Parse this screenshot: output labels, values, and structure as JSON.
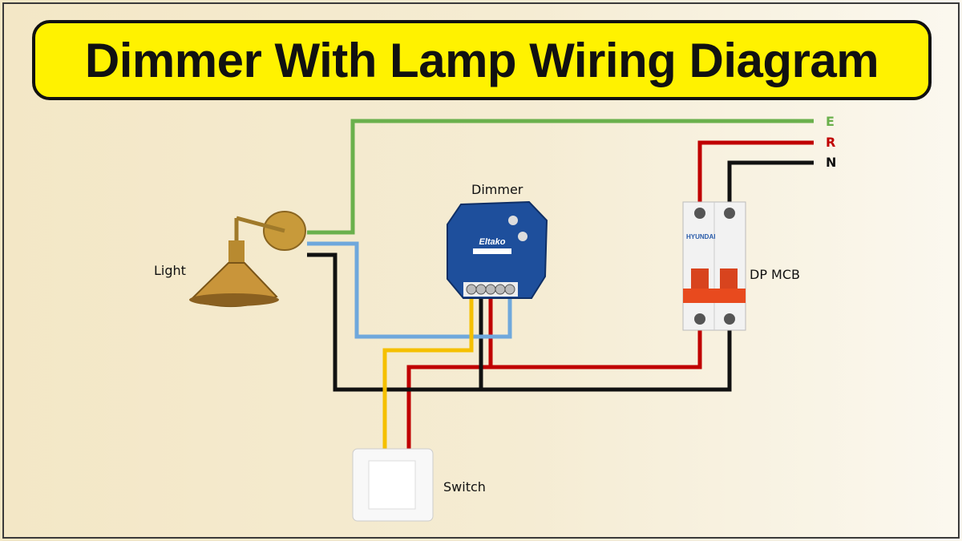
{
  "title": "Dimmer With Lamp Wiring Diagram",
  "labels": {
    "light": "Light",
    "dimmer": "Dimmer",
    "mcb": "DP MCB",
    "switch": "Switch"
  },
  "supply": {
    "earth": "E",
    "live": "R",
    "neutral": "N"
  },
  "dimmer_brand": "Eltako",
  "mcb_brand": "HYUNDAI",
  "wire_colors": {
    "earth": "#6ab04c",
    "live": "#c00000",
    "neutral": "#111111",
    "lamp_switched": "#6fa8dc",
    "switch_leg": "#f5c000"
  }
}
